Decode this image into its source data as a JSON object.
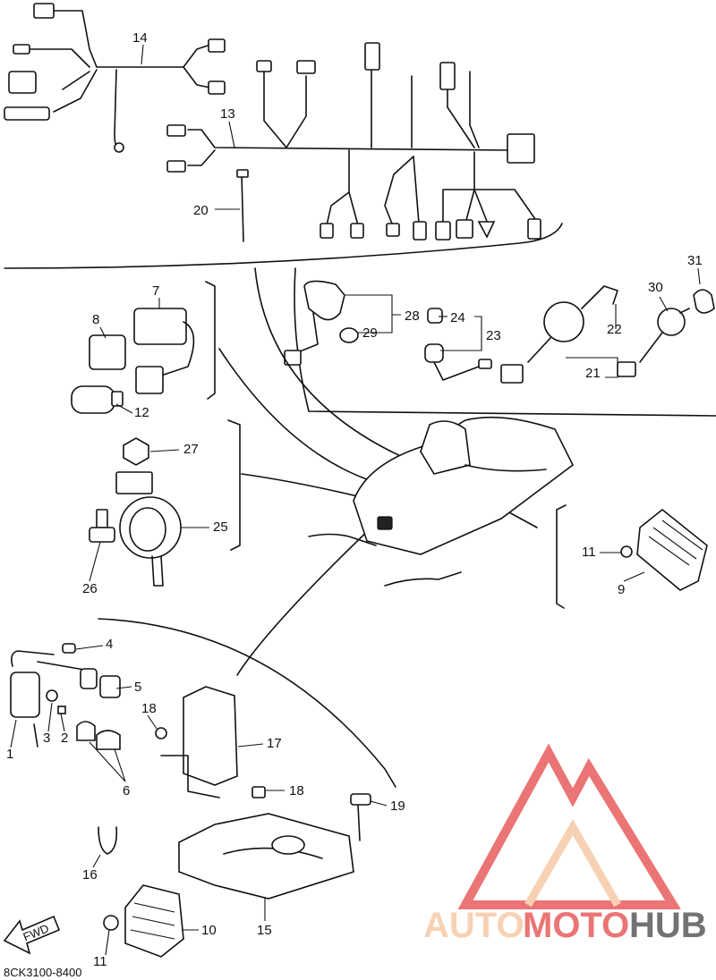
{
  "diagram": {
    "footer_code": "8CK3100-8400",
    "fwd_label": "FWD",
    "callouts": [
      {
        "id": "14"
      },
      {
        "id": "13"
      },
      {
        "id": "20"
      },
      {
        "id": "7"
      },
      {
        "id": "8"
      },
      {
        "id": "12"
      },
      {
        "id": "28"
      },
      {
        "id": "29"
      },
      {
        "id": "24"
      },
      {
        "id": "23"
      },
      {
        "id": "22"
      },
      {
        "id": "21"
      },
      {
        "id": "30"
      },
      {
        "id": "31"
      },
      {
        "id": "27"
      },
      {
        "id": "25"
      },
      {
        "id": "26"
      },
      {
        "id": "11"
      },
      {
        "id": "9"
      },
      {
        "id": "4"
      },
      {
        "id": "5"
      },
      {
        "id": "1"
      },
      {
        "id": "3"
      },
      {
        "id": "2"
      },
      {
        "id": "6"
      },
      {
        "id": "18"
      },
      {
        "id": "17"
      },
      {
        "id": "18"
      },
      {
        "id": "19"
      },
      {
        "id": "16"
      },
      {
        "id": "15"
      },
      {
        "id": "10"
      },
      {
        "id": "11"
      }
    ]
  },
  "watermark": {
    "word_part1": "AUTO",
    "word_part2": "MOTO",
    "word_part3": "HUB",
    "color_light": "#f6c9a6",
    "color_red": "#e85c5c",
    "color_dark": "#5a5a5a"
  }
}
